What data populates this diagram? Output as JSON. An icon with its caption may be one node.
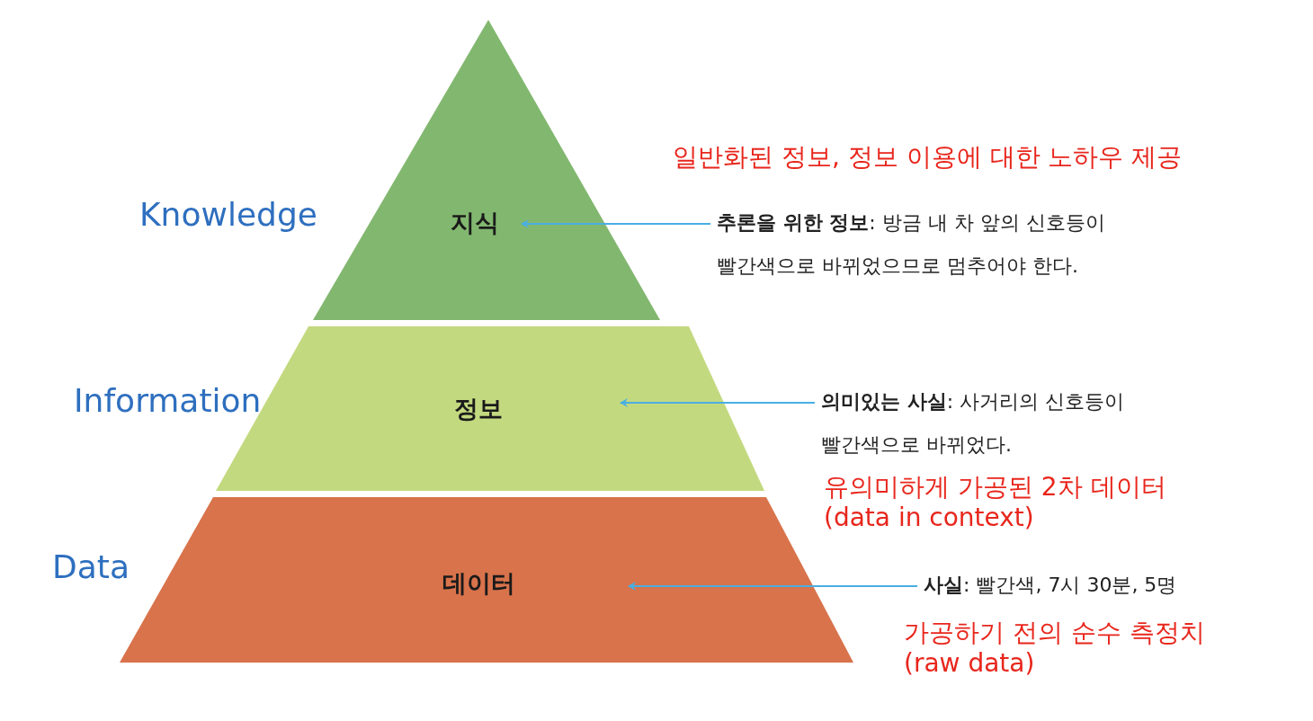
{
  "diagram": {
    "nodes": [
      {
        "text": [
          "지식"
        ],
        "beside": [
          "Knowledge"
        ]
      },
      {
        "text": [
          "정보"
        ],
        "beside": [
          "Information"
        ]
      },
      {
        "text": [
          "데이터"
        ],
        "beside": [
          "Data"
        ]
      },
      {
        "text": [
          "**추론을 위한 정보**: 방금 내 차 앞의 신호등이 빨간색으로 바뀌었으므로 멈추어야 한다."
        ]
      },
      {
        "text": [
          "**의미있는 사실**: 사거리의 신호등이 빨간색으로 바뀌었다."
        ]
      },
      {
        "text": [
          "**사실**: 빨간색, 7시 30분, 5명"
        ]
      }
    ],
    "edges": [
      {
        "from": 3,
        "to": 0,
        "arrow": "to"
      },
      {
        "from": 4,
        "to": 1,
        "arrow": "to"
      },
      {
        "from": 5,
        "to": 2,
        "arrow": "to"
      }
    ],
    "labels": [
      "일반화된 정보, 정보 이용에 대한 노하우 제공",
      "유의미하게 가공된 2차 데이터 (data in context)",
      "가공하기 전의 순수 측정치 (raw data)"
    ]
  }
}
